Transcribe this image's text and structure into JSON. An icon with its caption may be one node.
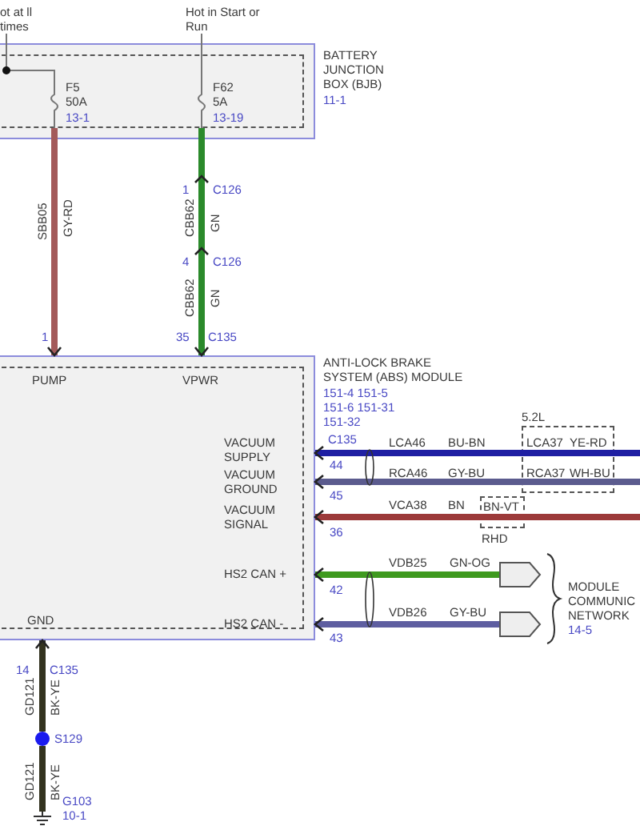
{
  "diagram": {
    "nodes": [
      {
        "text": [
          "BATTERY JUNCTION BOX (BJB)",
          "11-1"
        ]
      },
      {
        "text": [
          "ot at ll times"
        ]
      },
      {
        "text": [
          "Hot in Start or Run"
        ]
      },
      {
        "text": [
          "F5 50A",
          "13-1"
        ],
        "in": 0
      },
      {
        "text": [
          "F62 5A",
          "13-19"
        ],
        "in": 0
      },
      {
        "text": [
          "ANTI-LOCK BRAKE SYSTEM (ABS) MODULE",
          "151-4 151-5 151-6 151-31 151-32"
        ]
      },
      {
        "text": [
          "PUMP"
        ],
        "in": 5
      },
      {
        "text": [
          "VPWR"
        ],
        "in": 5
      },
      {
        "text": [
          "VACUUM SUPPLY"
        ],
        "in": 5
      },
      {
        "text": [
          "VACUUM GROUND"
        ],
        "in": 5
      },
      {
        "text": [
          "VACUUM SIGNAL"
        ],
        "in": 5
      },
      {
        "text": [
          "HS2 CAN +"
        ],
        "in": 5
      },
      {
        "text": [
          "HS2 CAN -"
        ],
        "in": 5
      },
      {
        "text": [
          "GND"
        ],
        "in": 5
      },
      {
        "text": [
          "5.2L"
        ]
      },
      {
        "text": [
          "RHD"
        ]
      },
      {
        "text": [],
        "shape": "pentagon"
      },
      {
        "text": [],
        "shape": "pentagon"
      },
      {
        "text": [
          "MODULE COMMUNIC NETWORK",
          "14-5"
        ]
      },
      {
        "text": [],
        "shape": "circle",
        "beside": [
          "S129"
        ]
      },
      {
        "text": [],
        "shape": "ground",
        "beside": [
          "G103",
          "10-1"
        ]
      }
    ],
    "edges": [
      {
        "from": 1,
        "to": 3,
        "arrow": "none"
      },
      {
        "from": 2,
        "to": 4,
        "arrow": "none"
      },
      {
        "from": 3,
        "to": 6,
        "arrow": "to",
        "color": "#a35a5a"
      },
      {
        "from": 4,
        "to": 7,
        "arrow": "to",
        "color": "#2b8a2b"
      },
      {
        "from": null,
        "to": 8,
        "arrow": "to",
        "color": "#1f1fa3"
      },
      {
        "from": null,
        "to": 9,
        "arrow": "to",
        "color": "#5b5b8e"
      },
      {
        "from": null,
        "to": 10,
        "arrow": "to",
        "color": "#9c3a3a"
      },
      {
        "from": 16,
        "to": 11,
        "arrow": "to",
        "color": "#3f9a1f"
      },
      {
        "from": 17,
        "to": 12,
        "arrow": "to",
        "color": "#5e5ea0"
      },
      {
        "from": 19,
        "to": 13,
        "arrow": "to",
        "color": "#33331f"
      },
      {
        "from": 19,
        "to": 20,
        "arrow": "none",
        "color": "#33331f"
      }
    ],
    "labels": [
      "SBB05",
      "GY-RD",
      "1",
      "C126",
      "CBB62",
      "GN",
      "4",
      "C126",
      "CBB62",
      "GN",
      "1",
      "35",
      "C135",
      "C135",
      "LCA46",
      "BU-BN",
      "LCA37",
      "YE-RD",
      "44",
      "RCA46",
      "GY-BU",
      "RCA37",
      "WH-BU",
      "45",
      "VCA38",
      "BN",
      "BN-VT",
      "36",
      "VDB25",
      "GN-OG",
      "42",
      "VDB26",
      "GY-BU",
      "43",
      "14",
      "C135",
      "GD121",
      "BK-YE",
      "GD121",
      "BK-YE"
    ]
  }
}
